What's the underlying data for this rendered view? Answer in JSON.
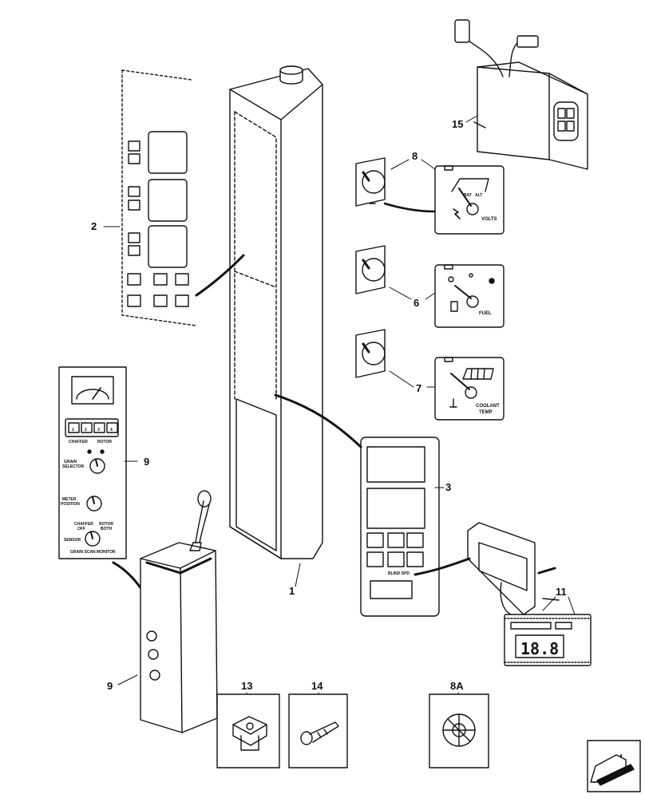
{
  "callouts": {
    "c1": "1",
    "c2": "2",
    "c3": "3",
    "c6": "6",
    "c7": "7",
    "c8": "8",
    "c8a": "8A",
    "c9a": "9",
    "c9b": "9",
    "c11": "11",
    "c13": "13",
    "c14": "14",
    "c15": "15"
  },
  "gauges": {
    "volts": {
      "label": "VOLTS",
      "sub1": "BAT",
      "sub2": "ALT"
    },
    "fuel": {
      "label": "FUEL"
    },
    "coolant": {
      "label1": "COOLANT",
      "label2": "TEMP"
    }
  },
  "monitor": {
    "chaffer": "CHAFFER",
    "rotor": "ROTOR",
    "grain_selector_1": "GRAIN",
    "grain_selector_2": "SELECTOR",
    "meter_1": "METER",
    "meter_2": "POSITION",
    "chaffer_off": "CHAFFER",
    "off": "OFF",
    "rotor_both": "ROTOR",
    "both": "BOTH",
    "sensor": "SENSOR",
    "title": "GRAIN SCAN MONITOR",
    "buttons": [
      "1",
      "2",
      "3",
      "4"
    ]
  },
  "display": {
    "digits": "18.8"
  },
  "panel3": {
    "label": "BLIND SPD"
  },
  "icons": {
    "nav_arrow": "arrow-icon"
  }
}
